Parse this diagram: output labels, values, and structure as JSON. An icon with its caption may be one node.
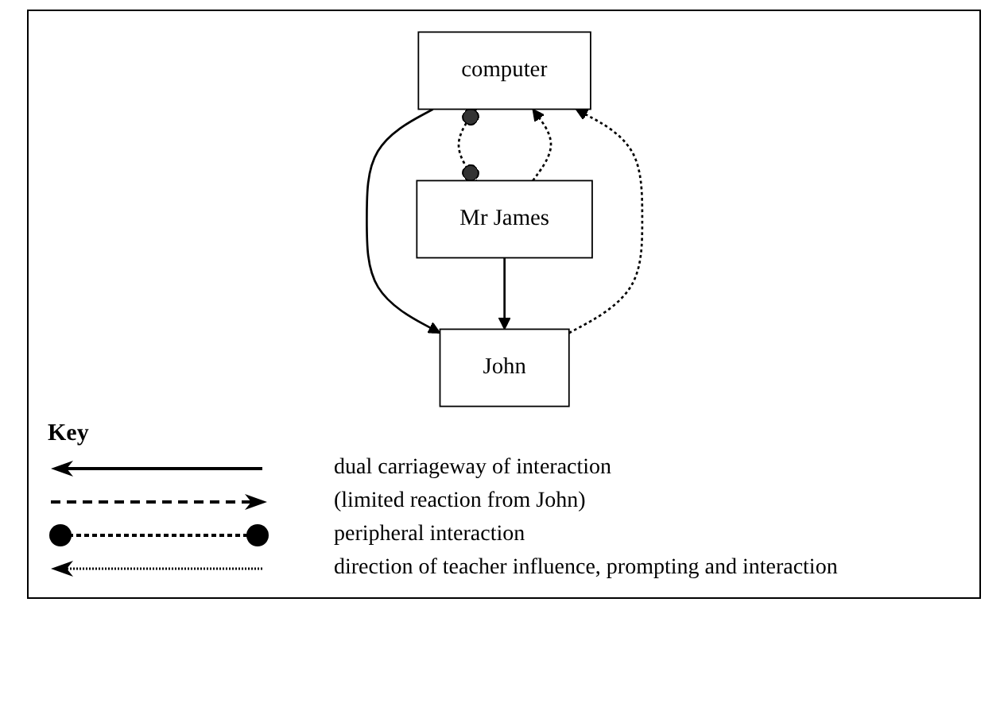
{
  "diagram": {
    "nodes": [
      {
        "text": [
          "computer"
        ]
      },
      {
        "text": [
          "John"
        ]
      },
      {
        "text": [
          "Mr James"
        ]
      }
    ],
    "edges": [
      {
        "from": 0,
        "to": 1,
        "arrow": "to"
      },
      {
        "from": 1,
        "to": 0,
        "arrow": "to",
        "style": "dashed"
      },
      {
        "from": 0,
        "to": 2,
        "arrow": "other",
        "style": "dashed"
      },
      {
        "from": 2,
        "to": 0,
        "arrow": "to",
        "style": "dashed"
      },
      {
        "from": 2,
        "to": 1,
        "arrow": "to"
      }
    ],
    "labels": [
      "Key"
    ],
    "legend": [
      {
        "text": "dual carriageway of interaction"
      },
      {
        "text": "(limited reaction from John)"
      },
      {
        "text": "peripheral interaction"
      },
      {
        "text": "direction of teacher influence, prompting and interaction"
      }
    ]
  }
}
